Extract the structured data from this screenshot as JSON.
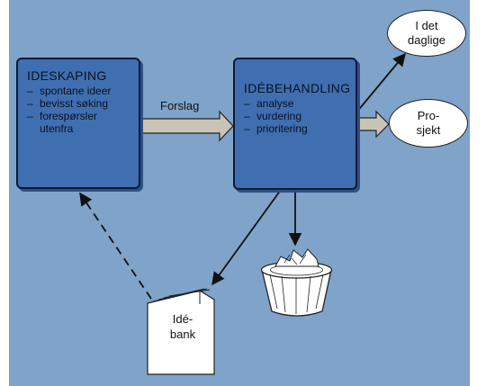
{
  "ideskaping": {
    "title": "IDESKAPING",
    "items": [
      "spontane ideer",
      "bevisst søking",
      "forespørsler utenfra"
    ]
  },
  "idebehandling": {
    "title": "IDÉBEHANDLING",
    "items": [
      "analyse",
      "vurdering",
      "prioritering"
    ]
  },
  "edge_label": "Forslag",
  "outcomes": {
    "daily": "I det daglige",
    "project": "Pro-sjekt"
  },
  "idebank": {
    "label": "Idé-bank"
  },
  "colors": {
    "background": "#7fa3c9",
    "box_fill": "#3f6fb0",
    "box_border": "#0d1a33"
  }
}
